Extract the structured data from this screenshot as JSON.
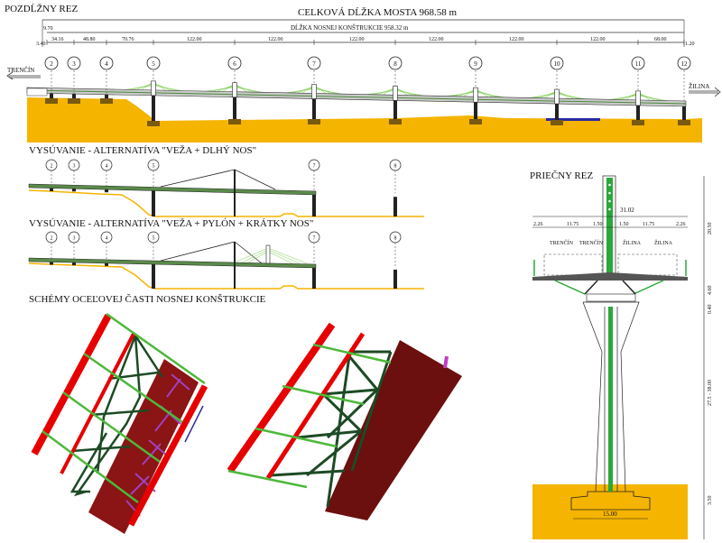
{
  "long_section": {
    "title": "POZDĹŽNY REZ",
    "total_length": "CELKOVÁ DĹŽKA MOSTA  968.58 m",
    "structure_length": "DĹŽKA NOSNEJ KONŠTRUKCIE  958.32 m",
    "left_dims": [
      "9.70",
      "3.40"
    ],
    "right_dim": "1.20",
    "spans": [
      "34.16",
      "48.80",
      "70.76",
      "122.00",
      "122.00",
      "122.00",
      "122.00",
      "122.00",
      "122.00",
      "68.00"
    ],
    "piers": [
      "2",
      "3",
      "4",
      "5",
      "6",
      "7",
      "8",
      "9",
      "10",
      "11",
      "12"
    ],
    "direction_left": "TRENČÍN",
    "direction_right": "ŽILINA"
  },
  "launching_a": {
    "title": "VYSÚVANIE - ALTERNATÍVA \"VEŽA + DLHÝ NOS\"",
    "piers": [
      "2",
      "3",
      "4",
      "5",
      "7",
      "8"
    ]
  },
  "launching_b": {
    "title": "VYSÚVANIE - ALTERNATÍVA \"VEŽA + PYLÓN + KRÁTKY NOS\"",
    "piers": [
      "2",
      "3",
      "4",
      "5",
      "7",
      "8"
    ]
  },
  "schemes": {
    "title": "SCHÉMY OCEĽOVEJ ČASTI NOSNEJ KONŠTRUKCIE"
  },
  "cross_section": {
    "title": "PRIEČNY REZ",
    "total_width": "31.02",
    "widths": [
      "2.26",
      "11.75",
      "1.50",
      "1.50",
      "11.75",
      "2.26"
    ],
    "lanes": [
      "TRENČÍN",
      "TRENČÍN",
      "ŽILINA",
      "ŽILINA"
    ],
    "heights": [
      "20.50",
      "4.60",
      "0.40",
      "27.5 - 38.00",
      "3.50"
    ],
    "footing_width": "15.00"
  },
  "colors": {
    "ground": "#f5b400",
    "cable": "#8fd36a",
    "steel_red": "#e60000",
    "bracing": "#1d4a24",
    "box": "#6b0f0f",
    "green": "#2aa83a"
  }
}
